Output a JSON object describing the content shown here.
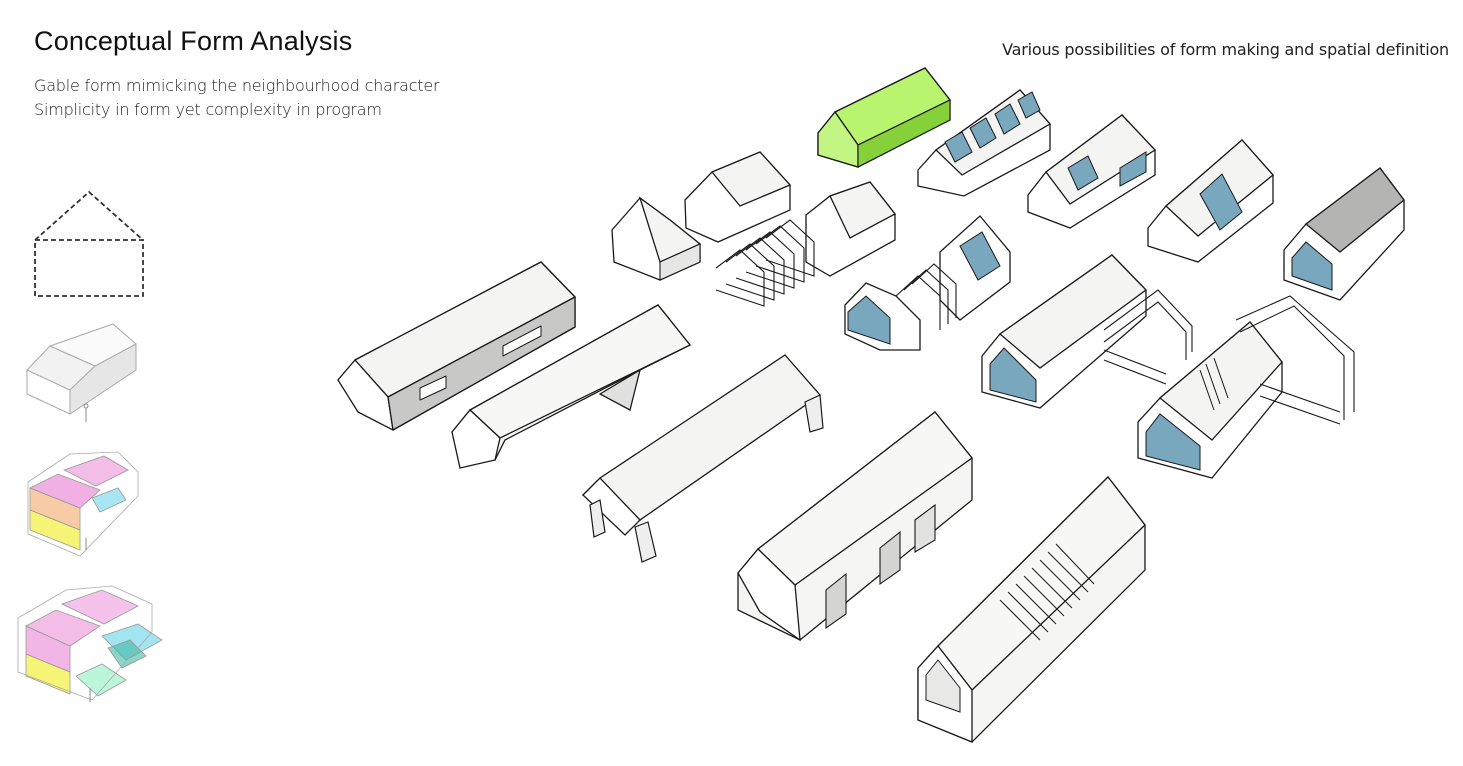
{
  "header": {
    "title": "Conceptual Form Analysis",
    "subtitle_line1": "Gable form mimicking the neighbourhood character",
    "subtitle_line2": "Simplicity in form yet complexity in program",
    "right_caption": "Various possibilities of form making and spatial definition"
  },
  "colors": {
    "wall": "#ffffff",
    "roof": "#f1f1ee",
    "side_shade": "#d8d8d6",
    "dark_shade": "#9a9a98",
    "glass": "#79a7bd",
    "highlight_green": "#a9ee5a",
    "program_pink": "#e986d6",
    "program_yellow": "#f3f04a",
    "program_cyan": "#64d2e6",
    "program_green": "#8ef0c2",
    "program_orange": "#f2a86a"
  }
}
